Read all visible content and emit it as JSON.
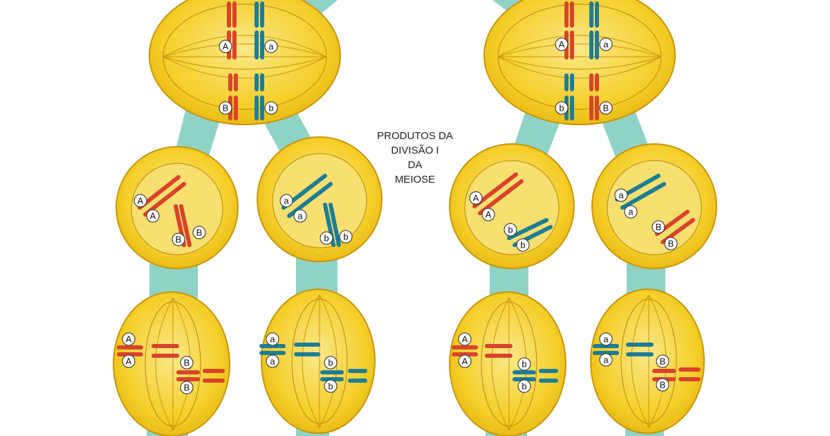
{
  "caption": {
    "lines": [
      "PRODUTOS DA",
      "DIVISÃO I",
      "DA",
      "MEIOSE"
    ]
  },
  "colors": {
    "cell_fill": "#f2c81e",
    "cell_edge": "#c8950a",
    "nucleus_fill": "#f7df70",
    "connector": "#8fd3c6",
    "red_chromosome": "#d9432b",
    "teal_chromosome": "#1e7d96",
    "spindle": "#b88610"
  },
  "cells": {
    "parent_left": {
      "labels": [
        "A",
        "a",
        "B",
        "b"
      ]
    },
    "parent_right": {
      "labels": [
        "A",
        "a",
        "b",
        "B"
      ]
    },
    "row2": [
      {
        "labels": [
          "A",
          "A",
          "B",
          "B"
        ]
      },
      {
        "labels": [
          "a",
          "a",
          "b",
          "b"
        ]
      },
      {
        "labels": [
          "A",
          "A",
          "b",
          "b"
        ]
      },
      {
        "labels": [
          "a",
          "a",
          "B",
          "B"
        ]
      }
    ],
    "row3": [
      {
        "labels": [
          "A",
          "A",
          "B",
          "B"
        ]
      },
      {
        "labels": [
          "a",
          "a",
          "b",
          "b"
        ]
      },
      {
        "labels": [
          "A",
          "A",
          "b",
          "b"
        ]
      },
      {
        "labels": [
          "a",
          "a",
          "B",
          "B"
        ]
      }
    ]
  }
}
